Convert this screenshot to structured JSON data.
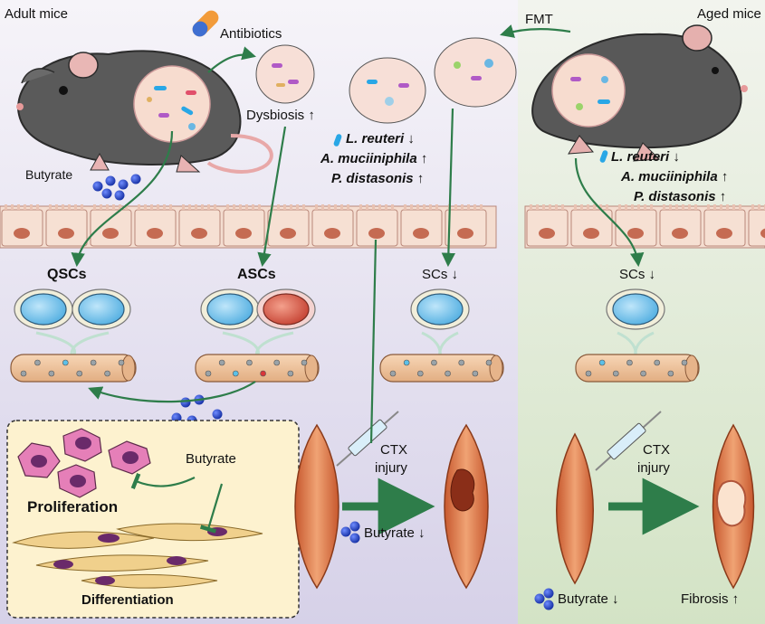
{
  "panels": {
    "left_title": "Adult mice",
    "right_title": "Aged mice"
  },
  "treatments": {
    "antibiotics": "Antibiotics",
    "fmt": "FMT",
    "dysbiosis": "Dysbiosis ↑",
    "ctx_line1": "CTX",
    "ctx_line2": "injury"
  },
  "metabolites": {
    "butyrate": "Butyrate",
    "butyrate_down": "Butyrate ↓"
  },
  "bacteria_changes": [
    {
      "species": "L. reuteri",
      "trend": "↓"
    },
    {
      "species": "A. muciiniphila",
      "trend": "↑"
    },
    {
      "species": "P. distasonis",
      "trend": "↑"
    }
  ],
  "cells": {
    "qscs": "QSCs",
    "ascs": "ASCs",
    "scs_down": "SCs ↓"
  },
  "fates": {
    "proliferation": "Proliferation",
    "differentiation": "Differentiation"
  },
  "outcomes": {
    "fibrosis": "Fibrosis ↑"
  },
  "colors": {
    "left_bg_top": "#f3f0f7",
    "left_bg_bottom": "#d9d5ea",
    "right_bg": "#dfe9d4",
    "arrow_green": "#2e7d4a",
    "fiber": "#f3c9a1",
    "quiescent_cell": "#7fc6ea",
    "activated_cell": "#d9534f",
    "butyrate_dot": "#1f3fbf",
    "inset_bg": "#fdf0c8"
  }
}
